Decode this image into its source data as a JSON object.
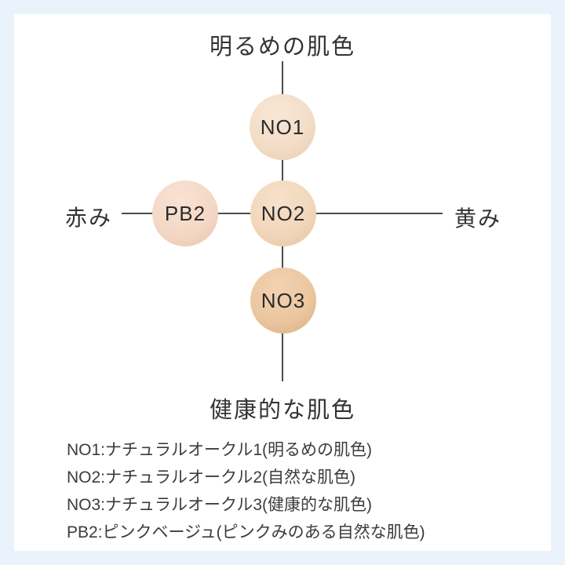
{
  "frame": {
    "border_color": "#eaf2fb",
    "background_color": "#ffffff",
    "axis_line_color": "#4d4d4d",
    "text_color": "#333333"
  },
  "axes": {
    "top_label": "明るめの肌色",
    "bottom_label": "健康的な肌色",
    "left_label": "赤み",
    "right_label": "黄み"
  },
  "shades": [
    {
      "label": "NO1",
      "position": "top",
      "color_light": "#f8e7d6",
      "color_base": "#f3ddc8",
      "color_dark": "#e8ccb0"
    },
    {
      "label": "PB2",
      "position": "left",
      "color_light": "#f9e2d4",
      "color_base": "#f4d8c6",
      "color_dark": "#eac3ad"
    },
    {
      "label": "NO2",
      "position": "center",
      "color_light": "#f7e1cb",
      "color_base": "#f2d7bc",
      "color_dark": "#e7c29f"
    },
    {
      "label": "NO3",
      "position": "bottom",
      "color_light": "#f2d2b2",
      "color_base": "#ebc7a0",
      "color_dark": "#dcae82"
    }
  ],
  "legend": {
    "items": [
      {
        "text": "NO1:ナチュラルオークル1(明るめの肌色)"
      },
      {
        "text": "NO2:ナチュラルオークル2(自然な肌色)"
      },
      {
        "text": "NO3:ナチュラルオークル3(健康的な肌色)"
      },
      {
        "text": "PB2:ピンクベージュ(ピンクみのある自然な肌色)"
      }
    ]
  },
  "chart_data": {
    "type": "scatter",
    "title": "",
    "axis_labels": {
      "top": "明るめの肌色",
      "bottom": "健康的な肌色",
      "left": "赤み",
      "right": "黄み"
    },
    "x_axis_meaning": "redness (left) to yellowness (right)",
    "y_axis_meaning": "healthy skin tone (bottom) to brighter skin tone (top)",
    "xlim": [
      -2,
      2
    ],
    "ylim": [
      -2,
      2
    ],
    "grid": false,
    "legend_position": "below",
    "points": [
      {
        "label": "NO1",
        "x": 0,
        "y": 1,
        "color": "#f3ddc8",
        "description": "ナチュラルオークル1(明るめの肌色)"
      },
      {
        "label": "NO2",
        "x": 0,
        "y": 0,
        "color": "#f2d7bc",
        "description": "ナチュラルオークル2(自然な肌色)"
      },
      {
        "label": "NO3",
        "x": 0,
        "y": -1,
        "color": "#ebc7a0",
        "description": "ナチュラルオークル3(健康的な肌色)"
      },
      {
        "label": "PB2",
        "x": -1,
        "y": 0,
        "color": "#f4d8c6",
        "description": "ピンクベージュ(ピンクみのある自然な肌色)"
      }
    ]
  }
}
